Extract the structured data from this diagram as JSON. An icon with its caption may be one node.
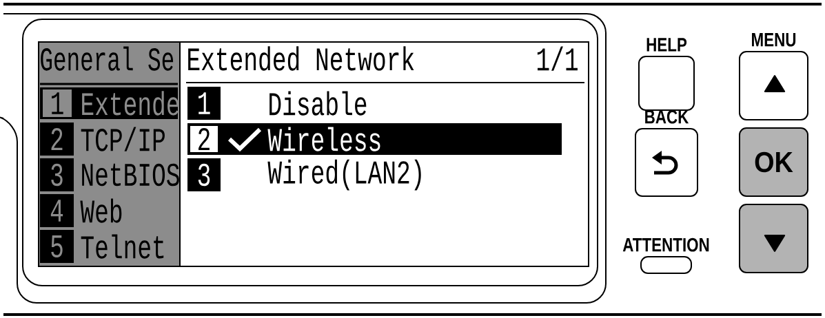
{
  "diagram": {
    "nodes": [
      {
        "text": [
          "General Se",
          "1",
          "Extende",
          "2",
          "TCP/IP",
          "3",
          "NetBIOS",
          "4",
          "Web",
          "5",
          "Telnet"
        ]
      },
      {
        "text": [
          "Extended Network",
          "1/1",
          "1",
          "Disable",
          "2",
          "Wireless",
          "3",
          "Wired(LAN2)"
        ]
      },
      {
        "text": [
          "HELP"
        ]
      },
      {
        "text": [
          "MENU"
        ]
      },
      {
        "text": [
          "BACK"
        ]
      },
      {
        "text": [
          "OK"
        ]
      },
      {
        "text": [
          "ATTENTION"
        ]
      },
      {
        "text": [],
        "shape": "box"
      }
    ]
  }
}
